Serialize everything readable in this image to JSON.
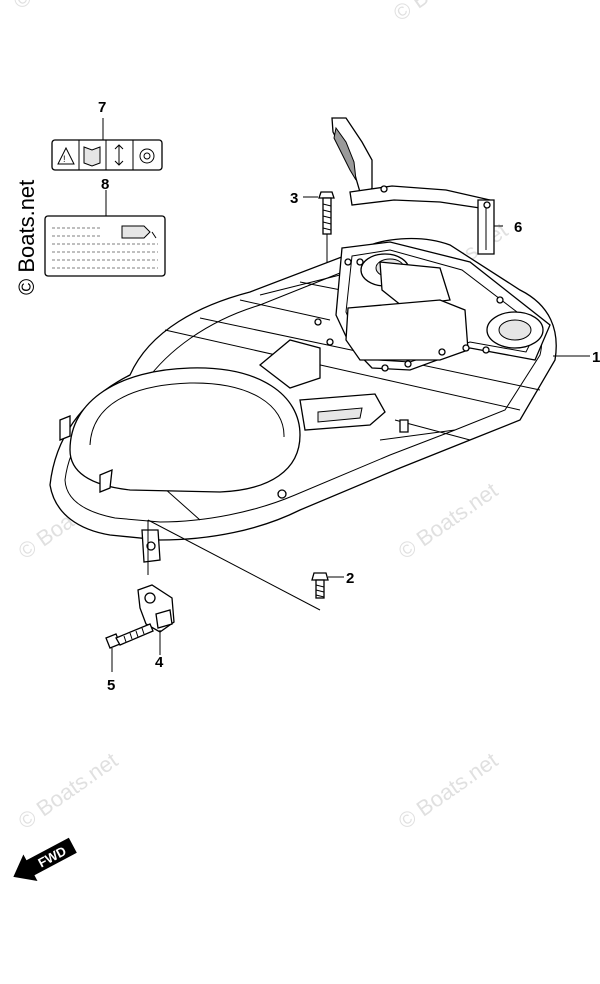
{
  "watermark": {
    "main_text": "© Boats.net",
    "faint_text": "© Boats.net"
  },
  "callouts": [
    {
      "id": "1",
      "label": "1"
    },
    {
      "id": "2",
      "label": "2"
    },
    {
      "id": "3",
      "label": "3"
    },
    {
      "id": "4",
      "label": "4"
    },
    {
      "id": "5",
      "label": "5"
    },
    {
      "id": "6",
      "label": "6"
    },
    {
      "id": "7",
      "label": "7"
    },
    {
      "id": "8",
      "label": "8"
    }
  ],
  "fwd_label": "FWD"
}
